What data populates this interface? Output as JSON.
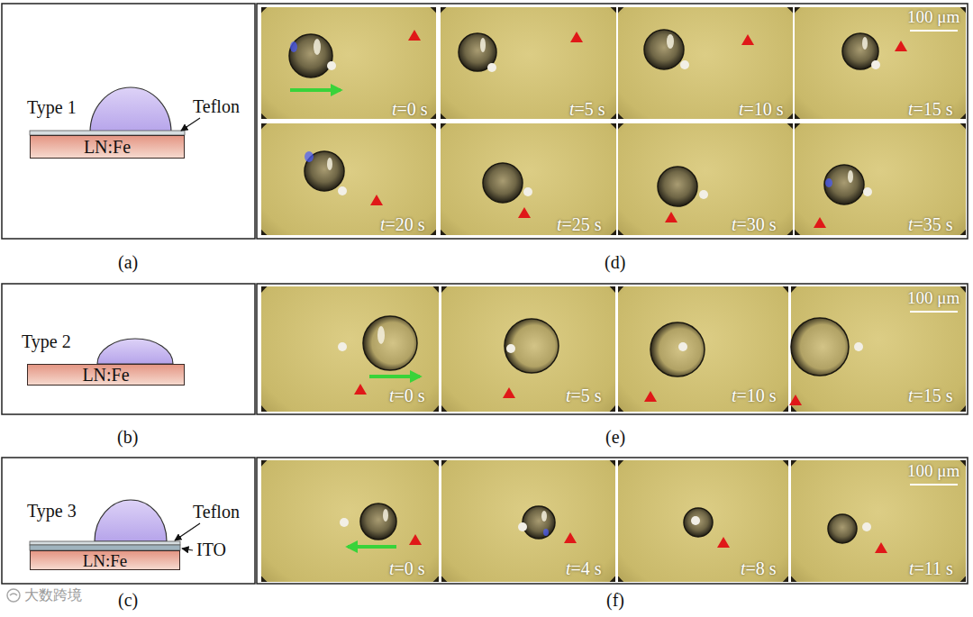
{
  "diagram": {
    "nodes": [
      {
        "text": [
          "LN:Fe"
        ]
      },
      {
        "text": [
          "LN:Fe"
        ]
      },
      {
        "text": [
          "LN:Fe"
        ]
      }
    ],
    "labels": [
      "Type 1",
      "Teflon",
      "(a)",
      "100 μm",
      "t=0 s",
      "t=5 s",
      "t=10 s",
      "t=15 s",
      "t=20 s",
      "t=25 s",
      "t=30 s",
      "t=35 s",
      "(d)",
      "Type 2",
      "(b)",
      "100 μm",
      "t=0 s",
      "t=5 s",
      "t=10 s",
      "t=15 s",
      "(e)",
      "Type 3",
      "Teflon",
      "ITO",
      "(c)",
      "100 μm",
      "t=0 s",
      "t=4 s",
      "t=8 s",
      "t=11 s",
      "(f)",
      "大数跨境"
    ]
  }
}
